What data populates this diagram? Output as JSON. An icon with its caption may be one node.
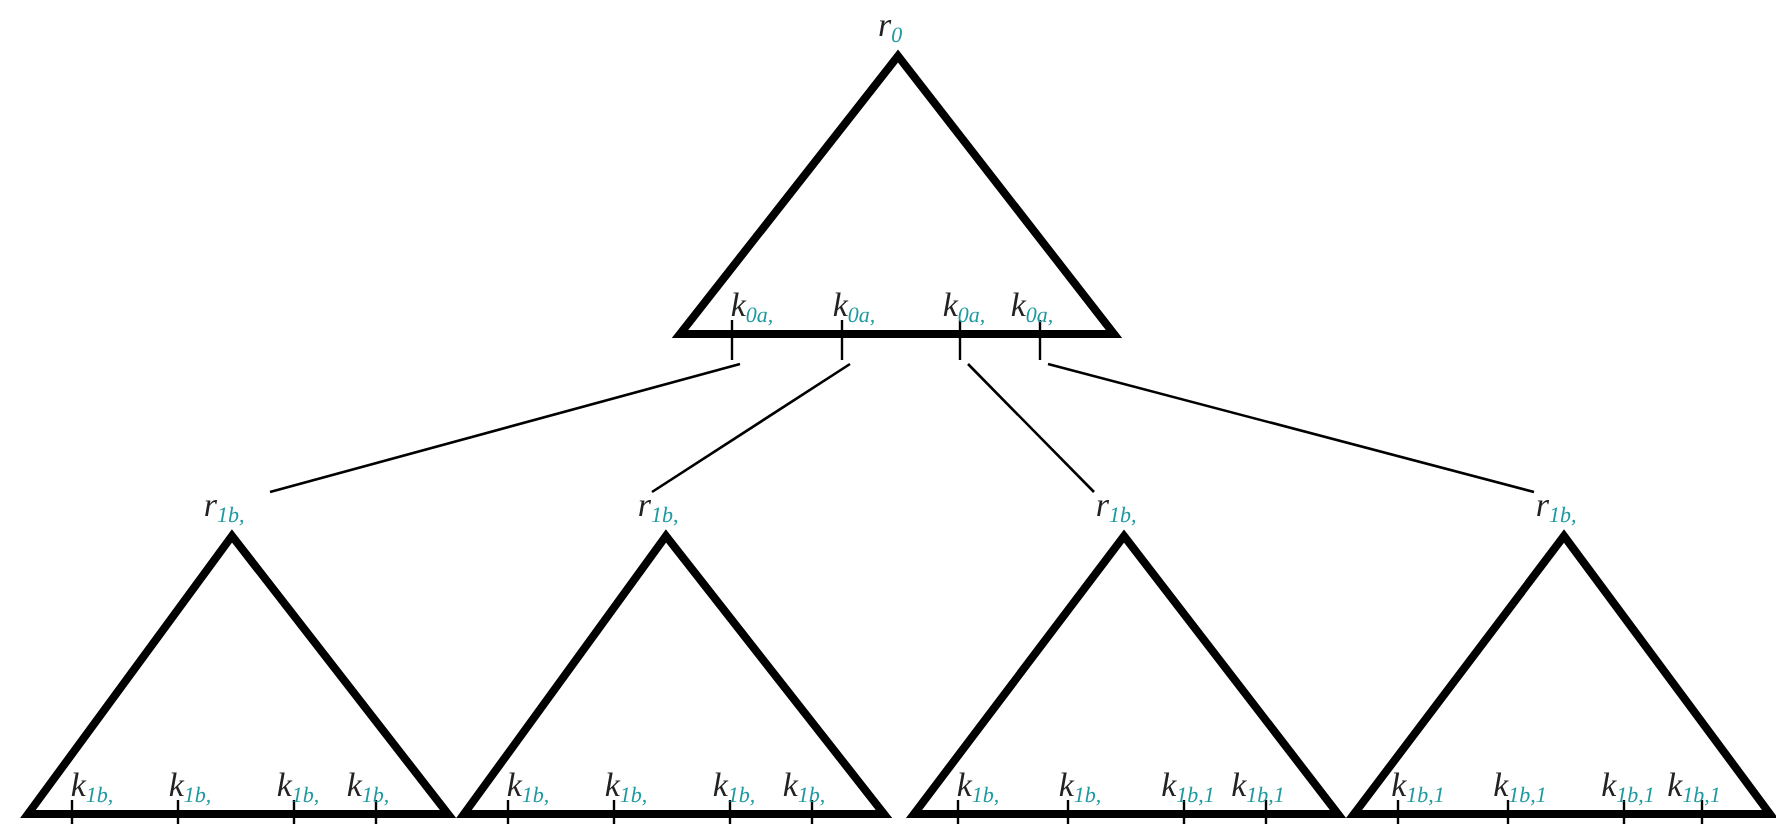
{
  "diagram": {
    "nodes": [
      {
        "text": [
          "r$_{0}$",
          "k$_{0a,}$",
          "k$_{0a,}$",
          "k$_{0a,}$",
          "k$_{0a,}$"
        ]
      },
      {
        "text": [
          "r$_{1b,}$",
          "k$_{1b,}$",
          "k$_{1b,}$",
          "k$_{1b,}$",
          "k$_{1b,}$"
        ]
      },
      {
        "text": [
          "r$_{1b,}$",
          "k$_{1b,}$",
          "k$_{1b,}$",
          "k$_{1b,}$",
          "k$_{1b,}$"
        ]
      },
      {
        "text": [
          "r$_{1b,}$",
          "k$_{1b,}$",
          "k$_{1b,}$",
          "k$_{1b,1}$",
          "k$_{1b,1}$"
        ]
      },
      {
        "text": [
          "r$_{1b,}$",
          "k$_{1b,1}$",
          "k$_{1b,1}$",
          "k$_{1b,1}$",
          "k$_{1b,1}$"
        ]
      }
    ],
    "edges": [
      {
        "from": 0,
        "to": 1,
        "arrow": "none"
      },
      {
        "from": 0,
        "to": 2,
        "arrow": "none"
      },
      {
        "from": 0,
        "to": 3,
        "arrow": "none"
      },
      {
        "from": 0,
        "to": 4,
        "arrow": "none"
      }
    ]
  }
}
